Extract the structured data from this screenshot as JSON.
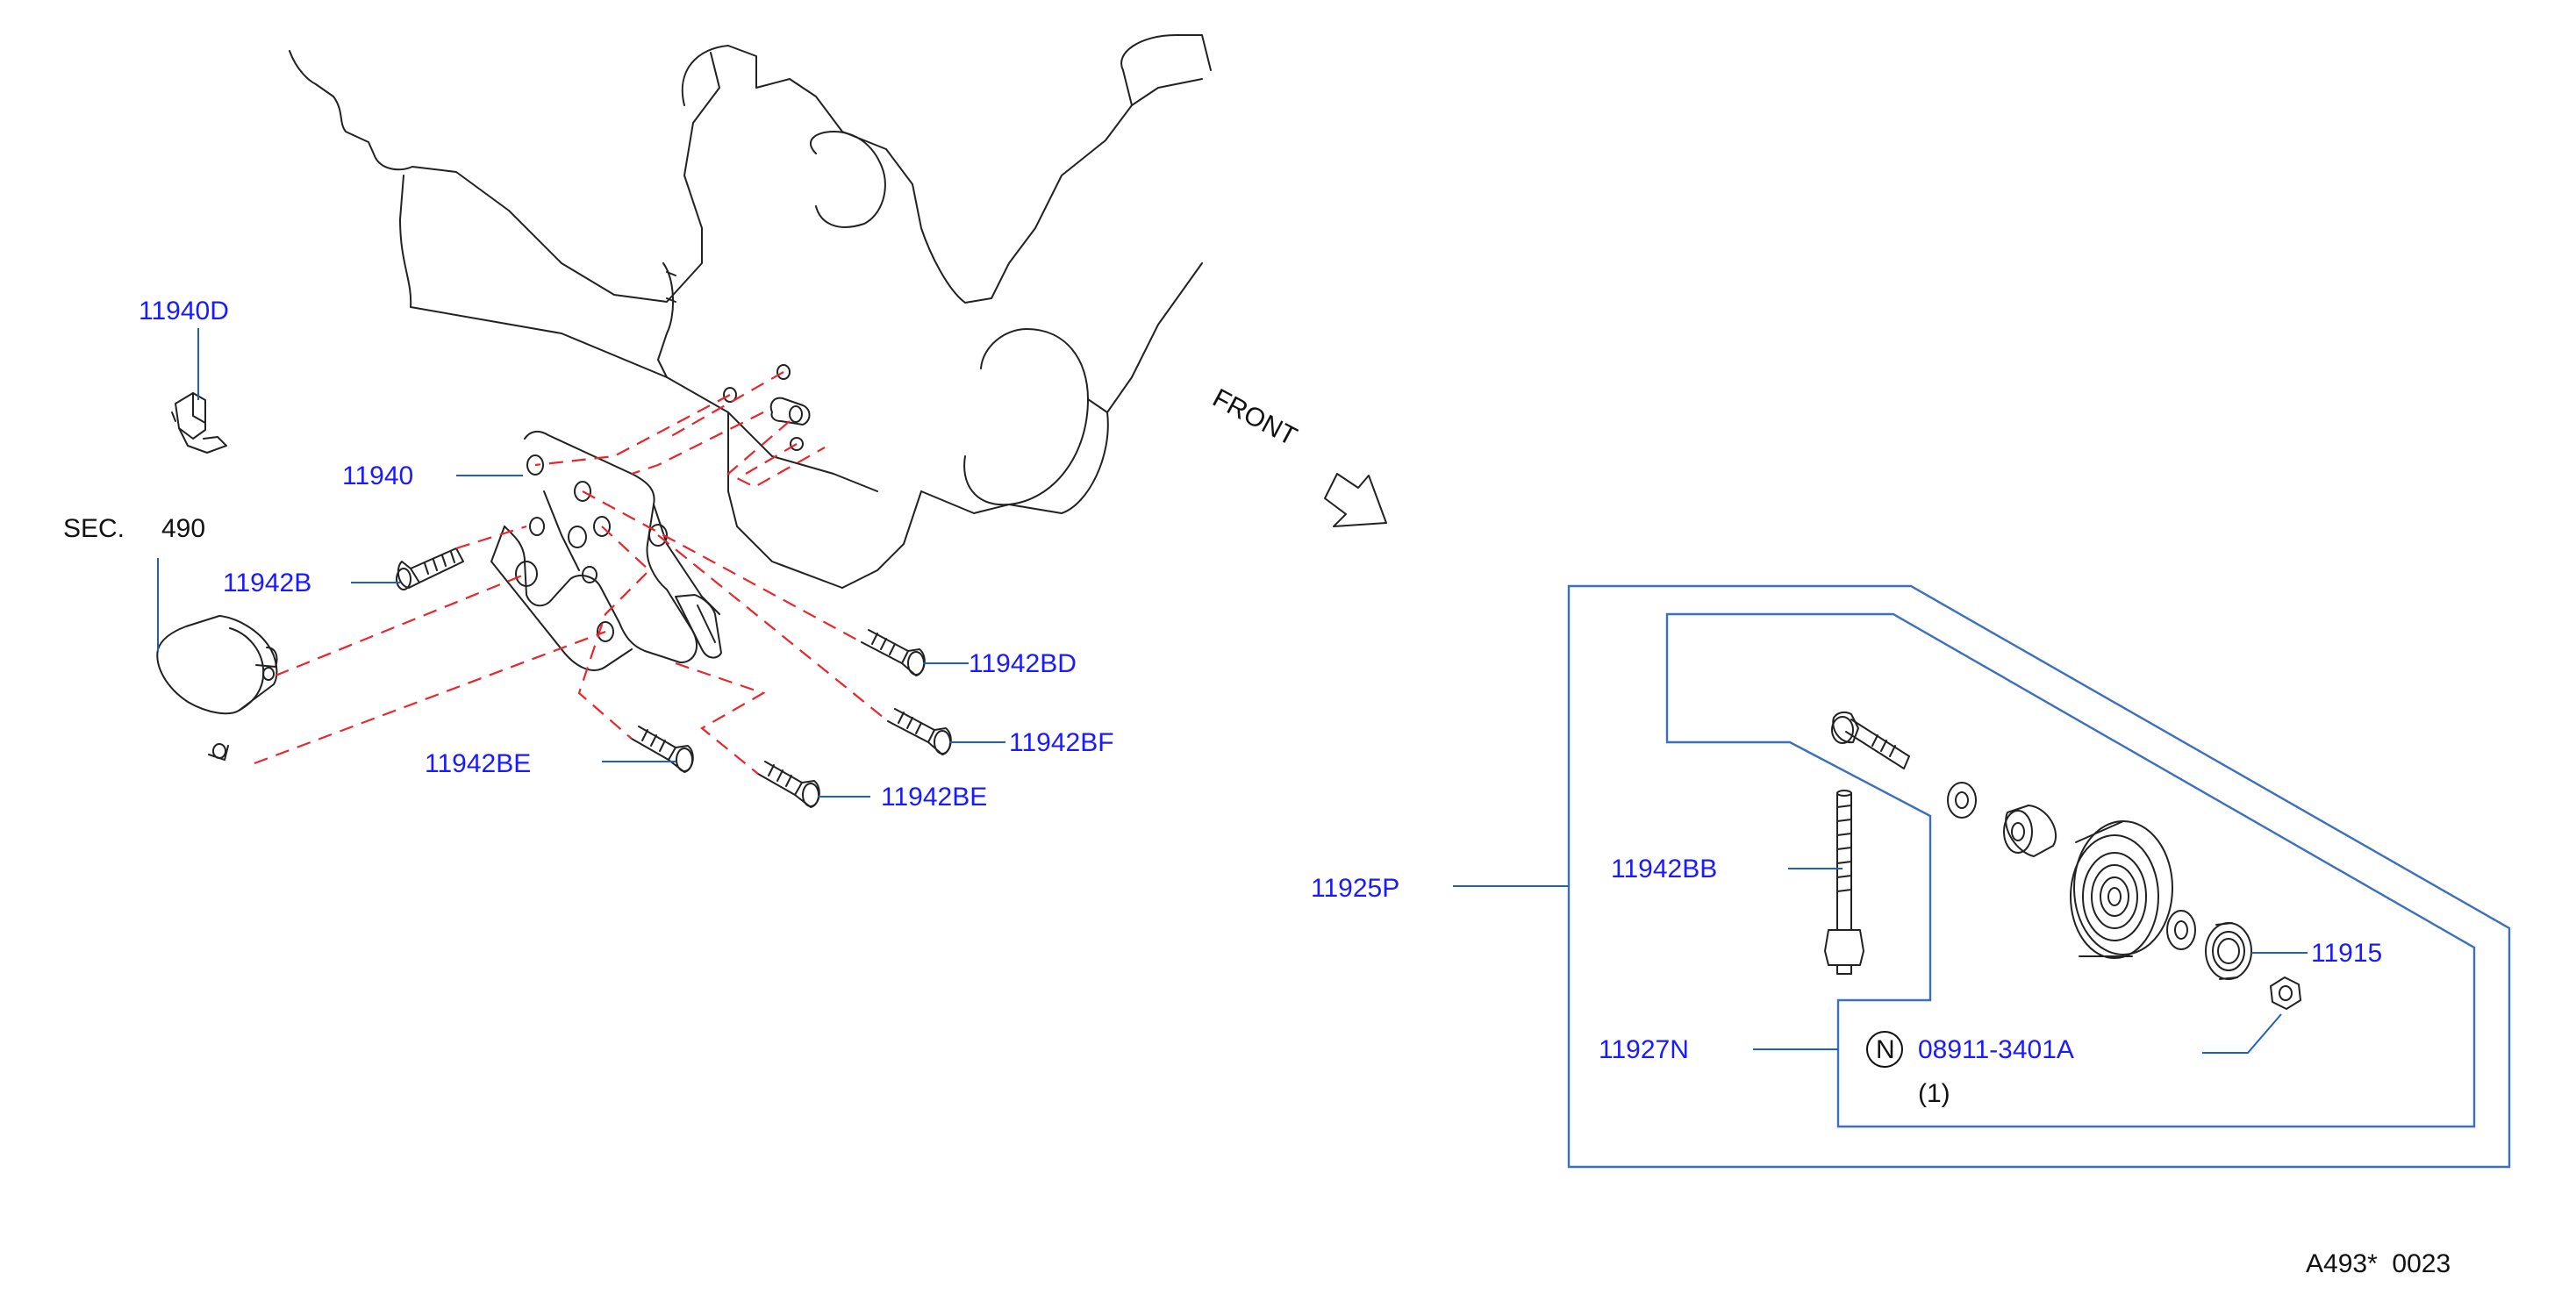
{
  "colors": {
    "label": "#1a1aff",
    "leader": "#1f5fbf",
    "dashed_link": "#e8262b",
    "box": "#3b6fbf",
    "drawing": "#222222"
  },
  "labels": {
    "p11940D": "11940D",
    "p11940": "11940",
    "sec": "SEC.",
    "sec_num": "490",
    "p11942B": "11942B",
    "p11942BD": "11942BD",
    "p11942BF": "11942BF",
    "p11942BE_a": "11942BE",
    "p11942BE_b": "11942BE",
    "front": "FRONT",
    "p11925P": "11925P",
    "p11942BB": "11942BB",
    "p11915": "11915",
    "p11927N": "11927N",
    "n_mark": "N",
    "p08911": "08911-3401A",
    "qty": "(1)",
    "footer": "A493*  0023"
  }
}
